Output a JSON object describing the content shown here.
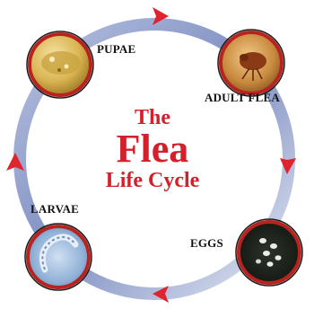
{
  "title": {
    "line1": "The",
    "line2": "Flea",
    "line3": "Life Cycle"
  },
  "stages": {
    "pupae": "PUPAE",
    "adult": "ADULT FLEA",
    "eggs": "EGGS",
    "larvae": "LARVAE"
  },
  "colors": {
    "title": "#d3202b",
    "arrow": "#e0242e",
    "ring_light": "#dfe5f1",
    "ring_dark": "#8e9cc8",
    "node_outline": "#1c1c1c",
    "node_ring": "#b8231f"
  }
}
